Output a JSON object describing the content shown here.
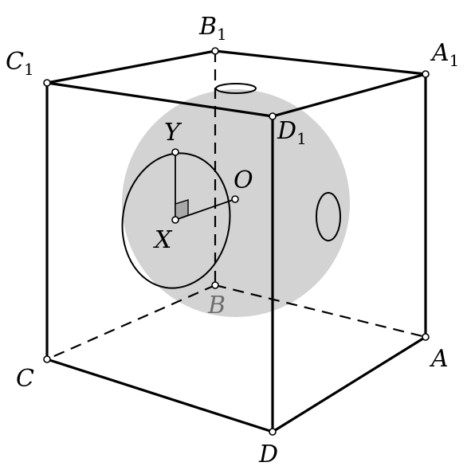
{
  "figure": {
    "vertices": {
      "A": {
        "base": "A",
        "sub": ""
      },
      "B": {
        "base": "B",
        "sub": ""
      },
      "C": {
        "base": "C",
        "sub": ""
      },
      "D": {
        "base": "D",
        "sub": ""
      },
      "A1": {
        "base": "A",
        "sub": "1"
      },
      "B1": {
        "base": "B",
        "sub": "1"
      },
      "C1": {
        "base": "C",
        "sub": "1"
      },
      "D1": {
        "base": "D",
        "sub": "1"
      }
    },
    "points": {
      "O": "O",
      "X": "X",
      "Y": "Y"
    },
    "colors": {
      "sphere": "#d3d3d3",
      "edges": "#000000",
      "hidden_label": "#6e6e6e",
      "right_angle": "#a9a9a9"
    }
  }
}
